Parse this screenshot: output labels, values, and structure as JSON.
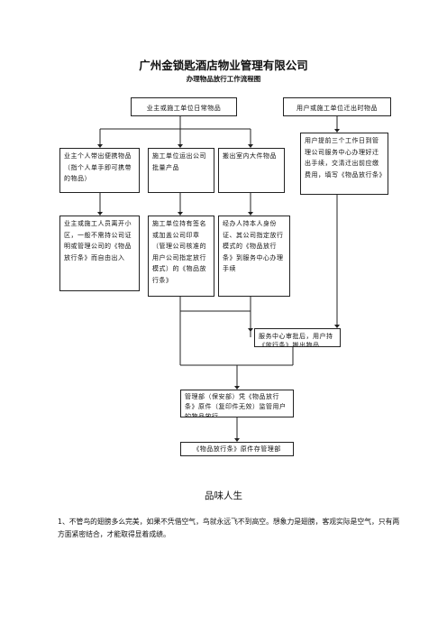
{
  "header": {
    "title": "广州金锁匙酒店物业管理有限公司",
    "subtitle": "办理物品放行工作流程图"
  },
  "boxes": {
    "top_left": "业主或施工单位日常物品",
    "top_right": "用户或施工单位迁出时物品",
    "r2_1": "业主个人带出便携物品（指个人单手即可携带的物品）",
    "r2_2": "施工单位运出公司批量产品",
    "r2_3": "搬出室内大件物品",
    "r2_4": "用户提前三个工作日到管理公司服务中心办理好迁出手续，交清迁出前应缴费用，填写《物品放行条》",
    "r3_1": "业主或施工人员离开小区，一般不需持公司证明或管理公司的《物品放行条》而自由出入",
    "r3_2": "施工单位持有签名或加盖公司印章（管理公司核准的用户公司指定放行模式）的《物品放行条》",
    "r3_3": "经办人持本人身份证、其公司指定放行模式的《物品放行条》到服务中心办理手续",
    "service": "服务中心审批后，用户持《放行条》搬出物品",
    "mgmt": "管理部（保安部）凭《物品放行条》原件（复印件无效）监管用户的物品放行",
    "final": "《物品放行条》原件存管理部"
  },
  "article": {
    "heading": "品味人生",
    "paragraph": "1、不管鸟的翅膀多么完美，如果不凭借空气，鸟就永远飞不到高空。想象力是翅膀，客观实际是空气，只有两方面紧密结合，才能取得显着成绩。"
  }
}
